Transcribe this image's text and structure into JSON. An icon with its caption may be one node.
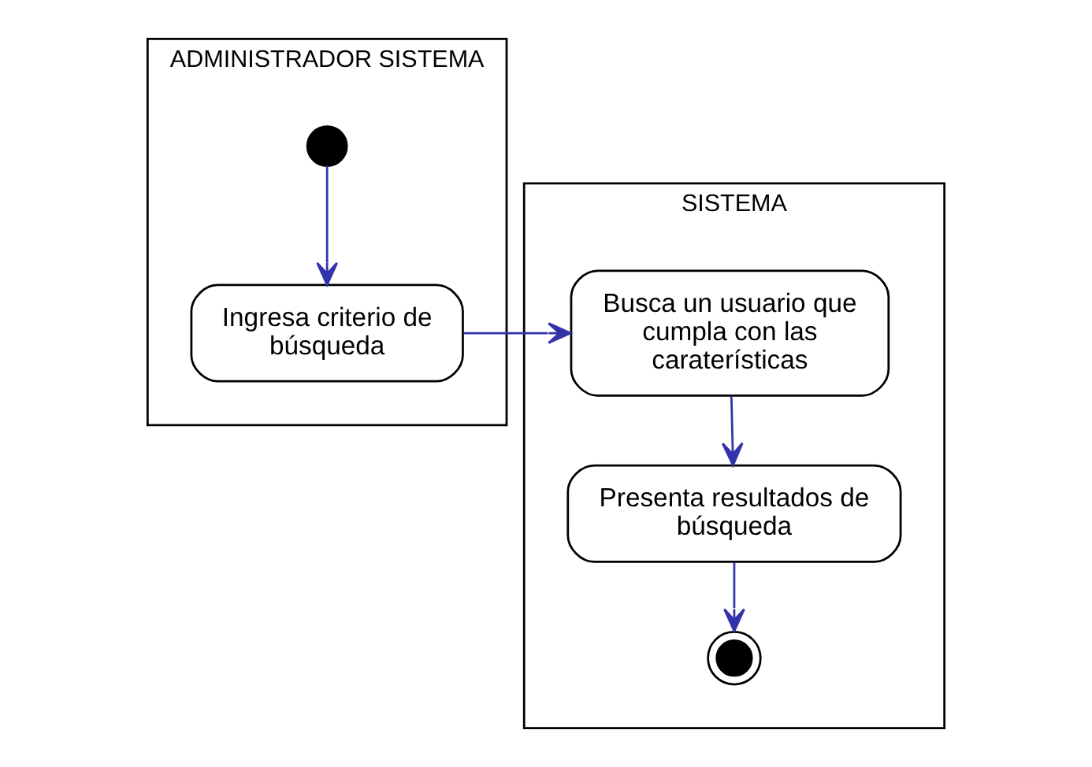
{
  "diagram": {
    "nodes": [
      {
        "text": [
          "ADMINISTRADOR SISTEMA"
        ]
      },
      {
        "text": [
          "SISTEMA"
        ]
      },
      {
        "text": [],
        "shape": "circle",
        "in": 0
      },
      {
        "text": [
          "Ingresa criterio de búsqueda"
        ],
        "in": 0
      },
      {
        "text": [
          "Busca un usuario que cumpla con las caraterísticas"
        ],
        "in": 1
      },
      {
        "text": [
          "Presenta resultados de búsqueda"
        ],
        "in": 1
      },
      {
        "text": [],
        "shape": "bullseye",
        "in": 1
      }
    ],
    "edges": [
      {
        "from": 2,
        "to": 3,
        "arrow": "to"
      },
      {
        "from": 3,
        "to": 4,
        "arrow": "to"
      },
      {
        "from": 4,
        "to": 5,
        "arrow": "to"
      },
      {
        "from": 5,
        "to": 6,
        "arrow": "to"
      }
    ]
  }
}
